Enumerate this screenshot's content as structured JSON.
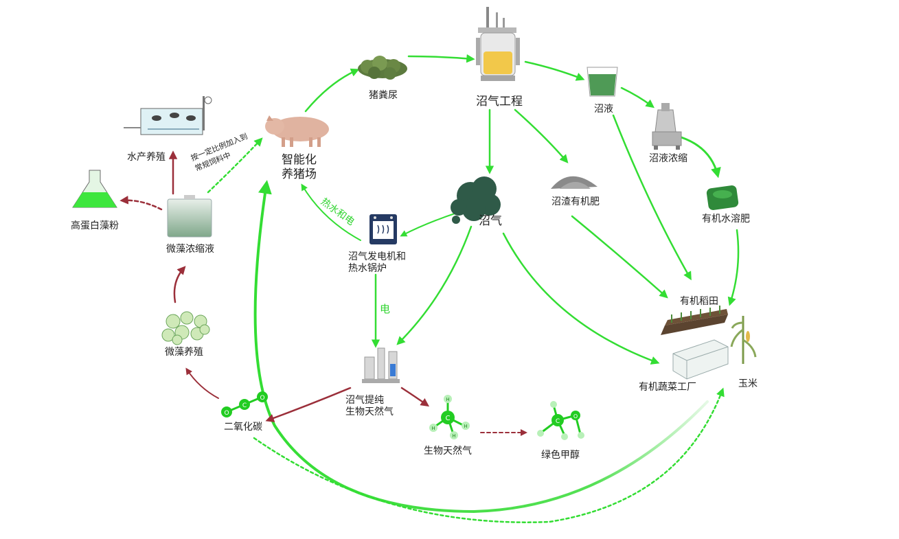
{
  "nodes": {
    "pig_manure": "猪粪尿",
    "biogas_project": "沼气工程",
    "biogas_slurry": "沼液",
    "slurry_concentration": "沼液浓缩",
    "organic_water_fertilizer": "有机水溶肥",
    "biogas_residue_fertilizer": "沼渣有机肥",
    "biogas": "沼气",
    "pig_farm_line1": "智能化",
    "pig_farm_line2": "养猪场",
    "aquaculture": "水产养殖",
    "high_protein_algae": "高蛋白藻粉",
    "microalgae_concentrate": "微藻浓缩液",
    "generator_line1": "沼气发电机和",
    "generator_line2": "热水锅炉",
    "microalgae_culture": "微藻养殖",
    "purification_line1": "沼气提纯",
    "purification_line2": "生物天然气",
    "bio_natural_gas": "生物天然气",
    "green_methanol": "绿色甲醇",
    "carbon_dioxide": "二氧化碳",
    "organic_rice_field": "有机稻田",
    "organic_vegetable_factory": "有机蔬菜工厂",
    "corn": "玉米"
  },
  "edge_labels": {
    "feed_line1": "按一定比例加入到",
    "feed_line2": "常规饲料中",
    "heat_power": "热水和电",
    "electricity": "电"
  },
  "molecule_letters": {
    "carbon": "C",
    "oxygen": "O",
    "hydrogen": "H"
  },
  "colors": {
    "green_arrow": "#33dd33",
    "red_arrow": "#9b2f3a",
    "dark_gas": "#2f5a48",
    "molecule_green": "#22cc22"
  }
}
